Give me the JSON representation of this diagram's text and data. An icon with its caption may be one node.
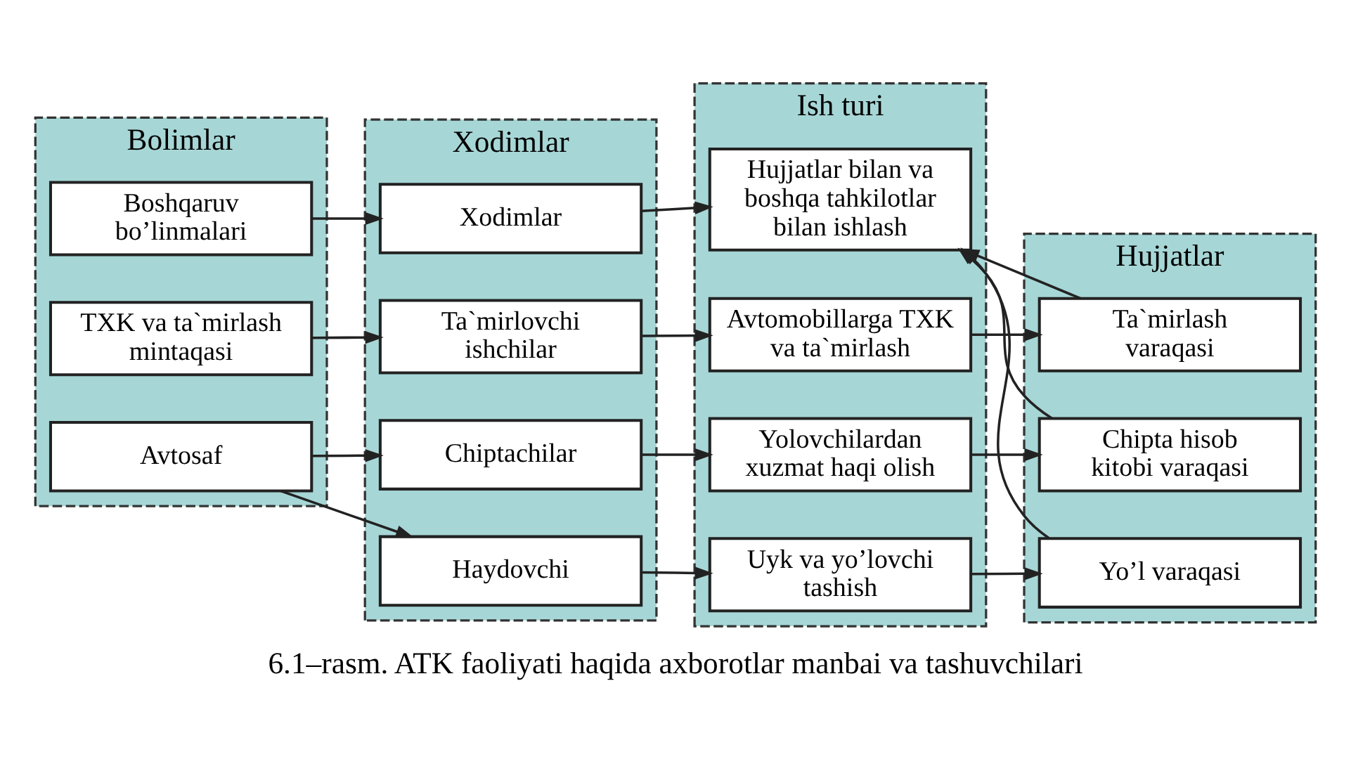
{
  "diagram": {
    "caption": "6.1–rasm. ATK faoliyati haqida axborotlar manbai va tashuvchilari",
    "nodes": [
      {
        "text": [
          "Bolimlar"
        ]
      },
      {
        "text": [
          "Avtosaf"
        ],
        "in": 0
      },
      {
        "text": [
          "TXK va ta`mirlash mintaqasi"
        ],
        "in": 0
      },
      {
        "text": [
          "Boshqaruv bo’linmalari"
        ],
        "in": 0
      },
      {
        "text": [
          "Xodimlar"
        ]
      },
      {
        "text": [
          "Haydovchi"
        ],
        "in": 4
      },
      {
        "text": [
          "Chiptachilar"
        ],
        "in": 4
      },
      {
        "text": [
          "Ta`mirlovchi ishchilar"
        ],
        "in": 4
      },
      {
        "text": [
          "Xodimlar"
        ],
        "in": 4
      },
      {
        "text": [
          "Ish turi"
        ]
      },
      {
        "text": [
          "Uyk va yo’lovchi tashish"
        ],
        "in": 9
      },
      {
        "text": [
          "Yolovchilardan xuzmat haqi olish"
        ],
        "in": 9
      },
      {
        "text": [
          "Avtomobillarga TXK va ta`mirlash"
        ],
        "in": 9
      },
      {
        "text": [
          "Hujjatlar bilan va boshqa tahkilotlar bilan ishlash"
        ],
        "in": 9
      },
      {
        "text": [
          "Hujjatlar"
        ]
      },
      {
        "text": [
          "Yo’l varaqasi"
        ],
        "in": 14
      },
      {
        "text": [
          "Chipta hisob kitobi varaqasi"
        ],
        "in": 14
      },
      {
        "text": [
          "Ta`mirlash varaqasi"
        ],
        "in": 14
      }
    ],
    "edges": [
      {
        "from": 1,
        "to": 5,
        "arrow": "to"
      },
      {
        "from": 1,
        "to": 6,
        "arrow": "to"
      },
      {
        "from": 2,
        "to": 7,
        "arrow": "to"
      },
      {
        "from": 3,
        "to": 8,
        "arrow": "to"
      },
      {
        "from": 5,
        "to": 10,
        "arrow": "to"
      },
      {
        "from": 6,
        "to": 11,
        "arrow": "to"
      },
      {
        "from": 7,
        "to": 12,
        "arrow": "to"
      },
      {
        "from": 8,
        "to": 13,
        "arrow": "to"
      },
      {
        "from": 10,
        "to": 15,
        "arrow": "to"
      },
      {
        "from": 11,
        "to": 16,
        "arrow": "to"
      },
      {
        "from": 12,
        "to": 17,
        "arrow": "to"
      },
      {
        "from": 15,
        "to": 13,
        "arrow": "to"
      },
      {
        "from": 16,
        "to": 13,
        "arrow": "to"
      },
      {
        "from": 17,
        "to": 13,
        "arrow": "to"
      }
    ]
  }
}
